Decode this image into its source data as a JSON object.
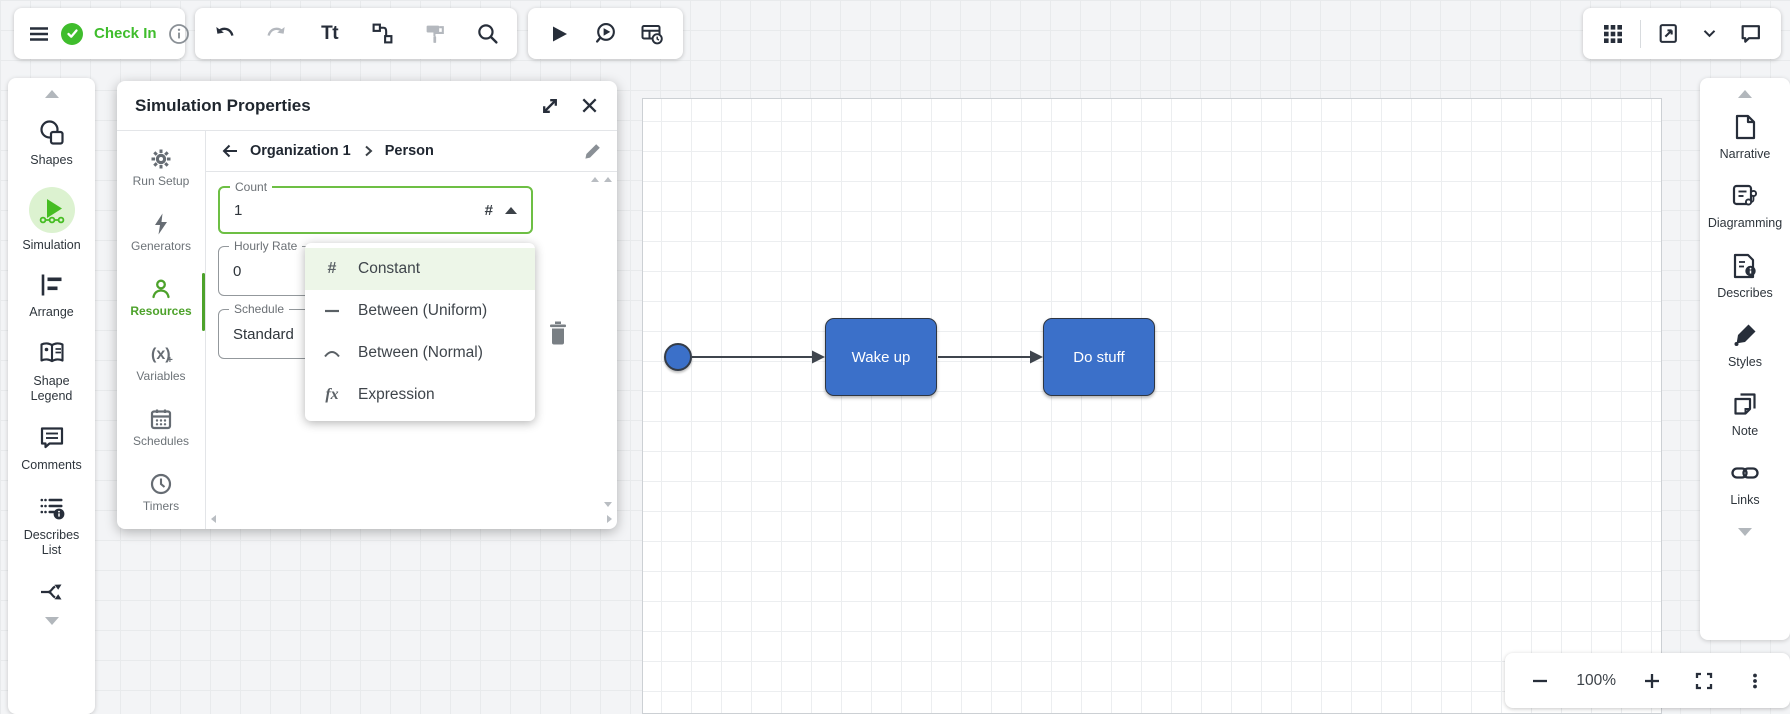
{
  "colors": {
    "accent_green": "#3fbd2c",
    "active_green": "#4da22b",
    "field_focus_green": "#6dbf44",
    "shape_blue": "#3b70c9",
    "selected_row_bg": "#edf6e8"
  },
  "toolbar": {
    "check_in_label": "Check In",
    "text_tool_label": "Tt"
  },
  "left_sidebar": {
    "items": [
      {
        "label": "Shapes"
      },
      {
        "label": "Simulation"
      },
      {
        "label": "Arrange"
      },
      {
        "label": "Shape Legend"
      },
      {
        "label": "Comments"
      },
      {
        "label": "Describes List"
      }
    ]
  },
  "right_sidebar": {
    "items": [
      {
        "label": "Narrative"
      },
      {
        "label": "Diagramming"
      },
      {
        "label": "Describes"
      },
      {
        "label": "Styles"
      },
      {
        "label": "Note"
      },
      {
        "label": "Links"
      }
    ]
  },
  "dialog": {
    "title": "Simulation Properties",
    "breadcrumb": {
      "parent": "Organization 1",
      "current": "Person"
    },
    "nav": [
      {
        "label": "Run Setup"
      },
      {
        "label": "Generators"
      },
      {
        "label": "Resources"
      },
      {
        "label": "Variables"
      },
      {
        "label": "Schedules"
      },
      {
        "label": "Timers"
      }
    ],
    "fields": {
      "count": {
        "label": "Count",
        "value": "1",
        "type_symbol": "#"
      },
      "hourly_rate": {
        "label": "Hourly Rate",
        "value": "0"
      },
      "schedule": {
        "label": "Schedule",
        "value": "Standard"
      }
    },
    "dropdown": {
      "hash_symbol": "#",
      "fx_symbol": "fx",
      "selected_index": 0,
      "items": [
        {
          "label": "Constant"
        },
        {
          "label": "Between (Uniform)"
        },
        {
          "label": "Between (Normal)"
        },
        {
          "label": "Expression"
        }
      ]
    }
  },
  "canvas": {
    "nodes": [
      {
        "label": "Wake up"
      },
      {
        "label": "Do stuff"
      }
    ]
  },
  "zoom_bar": {
    "level": "100%"
  }
}
